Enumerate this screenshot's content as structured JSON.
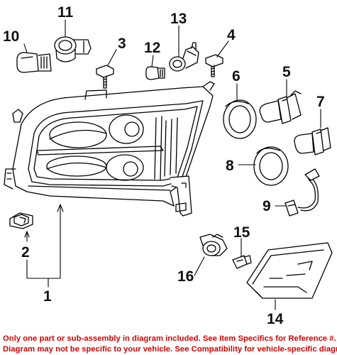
{
  "diagram": {
    "callouts": [
      {
        "id": "1",
        "label": "1"
      },
      {
        "id": "2",
        "label": "2"
      },
      {
        "id": "3",
        "label": "3"
      },
      {
        "id": "4",
        "label": "4"
      },
      {
        "id": "5",
        "label": "5"
      },
      {
        "id": "6",
        "label": "6"
      },
      {
        "id": "7",
        "label": "7"
      },
      {
        "id": "8",
        "label": "8"
      },
      {
        "id": "9",
        "label": "9"
      },
      {
        "id": "10",
        "label": "10"
      },
      {
        "id": "11",
        "label": "11"
      },
      {
        "id": "12",
        "label": "12"
      },
      {
        "id": "13",
        "label": "13"
      },
      {
        "id": "14",
        "label": "14"
      },
      {
        "id": "15",
        "label": "15"
      },
      {
        "id": "16",
        "label": "16"
      }
    ],
    "line_color": "#000000",
    "part_fill": "#ffffff"
  },
  "footer": {
    "line1": "Only one part or sub-assembly in diagram included. See Item Specifics for Reference #.",
    "line2": "Diagram may not be specific to your vehicle. See Compatibility for vehicle-specific diagrams.",
    "color": "#d40000"
  }
}
